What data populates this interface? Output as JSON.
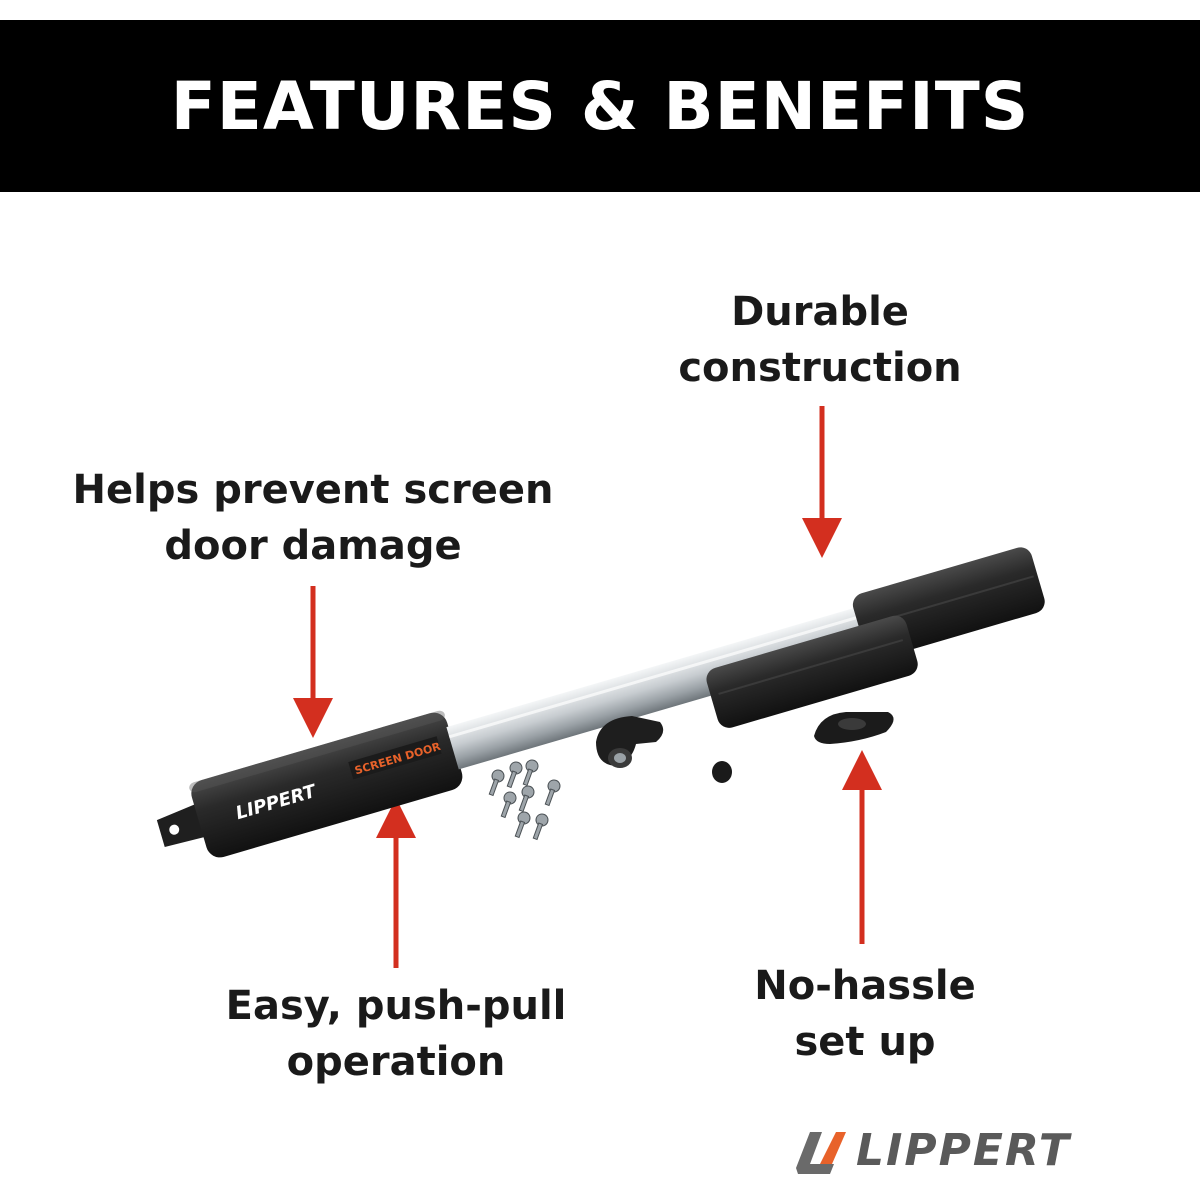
{
  "header": {
    "title": "FEATURES & BENEFITS"
  },
  "callouts": {
    "durable": {
      "line1": "Durable",
      "line2": "construction"
    },
    "prevent": {
      "line1": "Helps prevent screen",
      "line2": "door damage"
    },
    "easy": {
      "line1": "Easy, push-pull",
      "line2": "operation"
    },
    "nohassle": {
      "line1": "No-hassle",
      "line2": "set up"
    }
  },
  "product": {
    "brand_mark": "LIPPERT",
    "label": "SCREEN DOOR"
  },
  "logo": {
    "text": "LIPPERT"
  },
  "colors": {
    "banner": "#000000",
    "banner_text": "#ffffff",
    "arrow": "#d32f1f",
    "accent_orange": "#e8622a",
    "logo_gray": "#5a5a5a"
  }
}
